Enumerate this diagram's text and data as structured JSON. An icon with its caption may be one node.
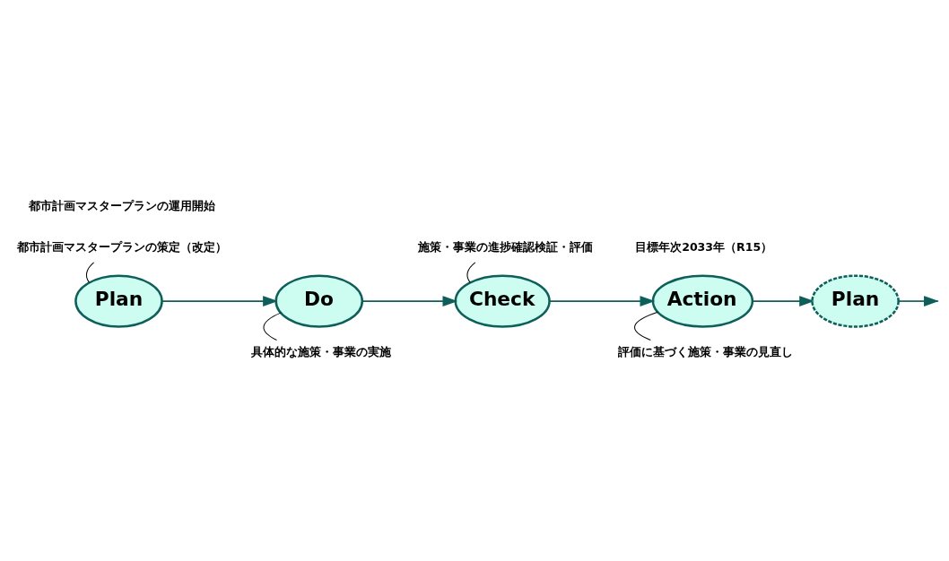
{
  "diagram": {
    "nodes": [
      {
        "text": [
          "都市計画マスタープランの策定（改定）"
        ]
      },
      {
        "text": [
          "施策・事業の進捗確認検証・評価"
        ]
      },
      {
        "text": [
          "Plan"
        ]
      },
      {
        "text": [
          "Do"
        ]
      },
      {
        "text": [
          "Check"
        ]
      },
      {
        "text": [
          "Action"
        ]
      },
      {
        "text": [
          "Plan"
        ]
      },
      {
        "text": [
          "具体的な施策・事業の実施"
        ]
      },
      {
        "text": [
          "評価に基づく施策・事業の見直し"
        ]
      }
    ],
    "edges": [
      {
        "from": 2,
        "to": 3,
        "arrow": "to"
      },
      {
        "from": 3,
        "to": 4,
        "arrow": "to"
      },
      {
        "from": 4,
        "to": 5,
        "arrow": "to"
      },
      {
        "from": 5,
        "to": 6,
        "arrow": "to"
      },
      {
        "from": 6,
        "to": null,
        "arrow": "to"
      },
      {
        "from": 0,
        "to": 2,
        "arrow": "none",
        "color": "#000000"
      },
      {
        "from": 1,
        "to": 4,
        "arrow": "none",
        "color": "#000000"
      },
      {
        "from": 7,
        "to": 3,
        "arrow": "none",
        "color": "#000000"
      },
      {
        "from": 8,
        "to": 5,
        "arrow": "none",
        "color": "#000000"
      }
    ],
    "labels": [
      "都市計画マスタープランの運用開始",
      "目標年次2033年（R15）"
    ]
  }
}
